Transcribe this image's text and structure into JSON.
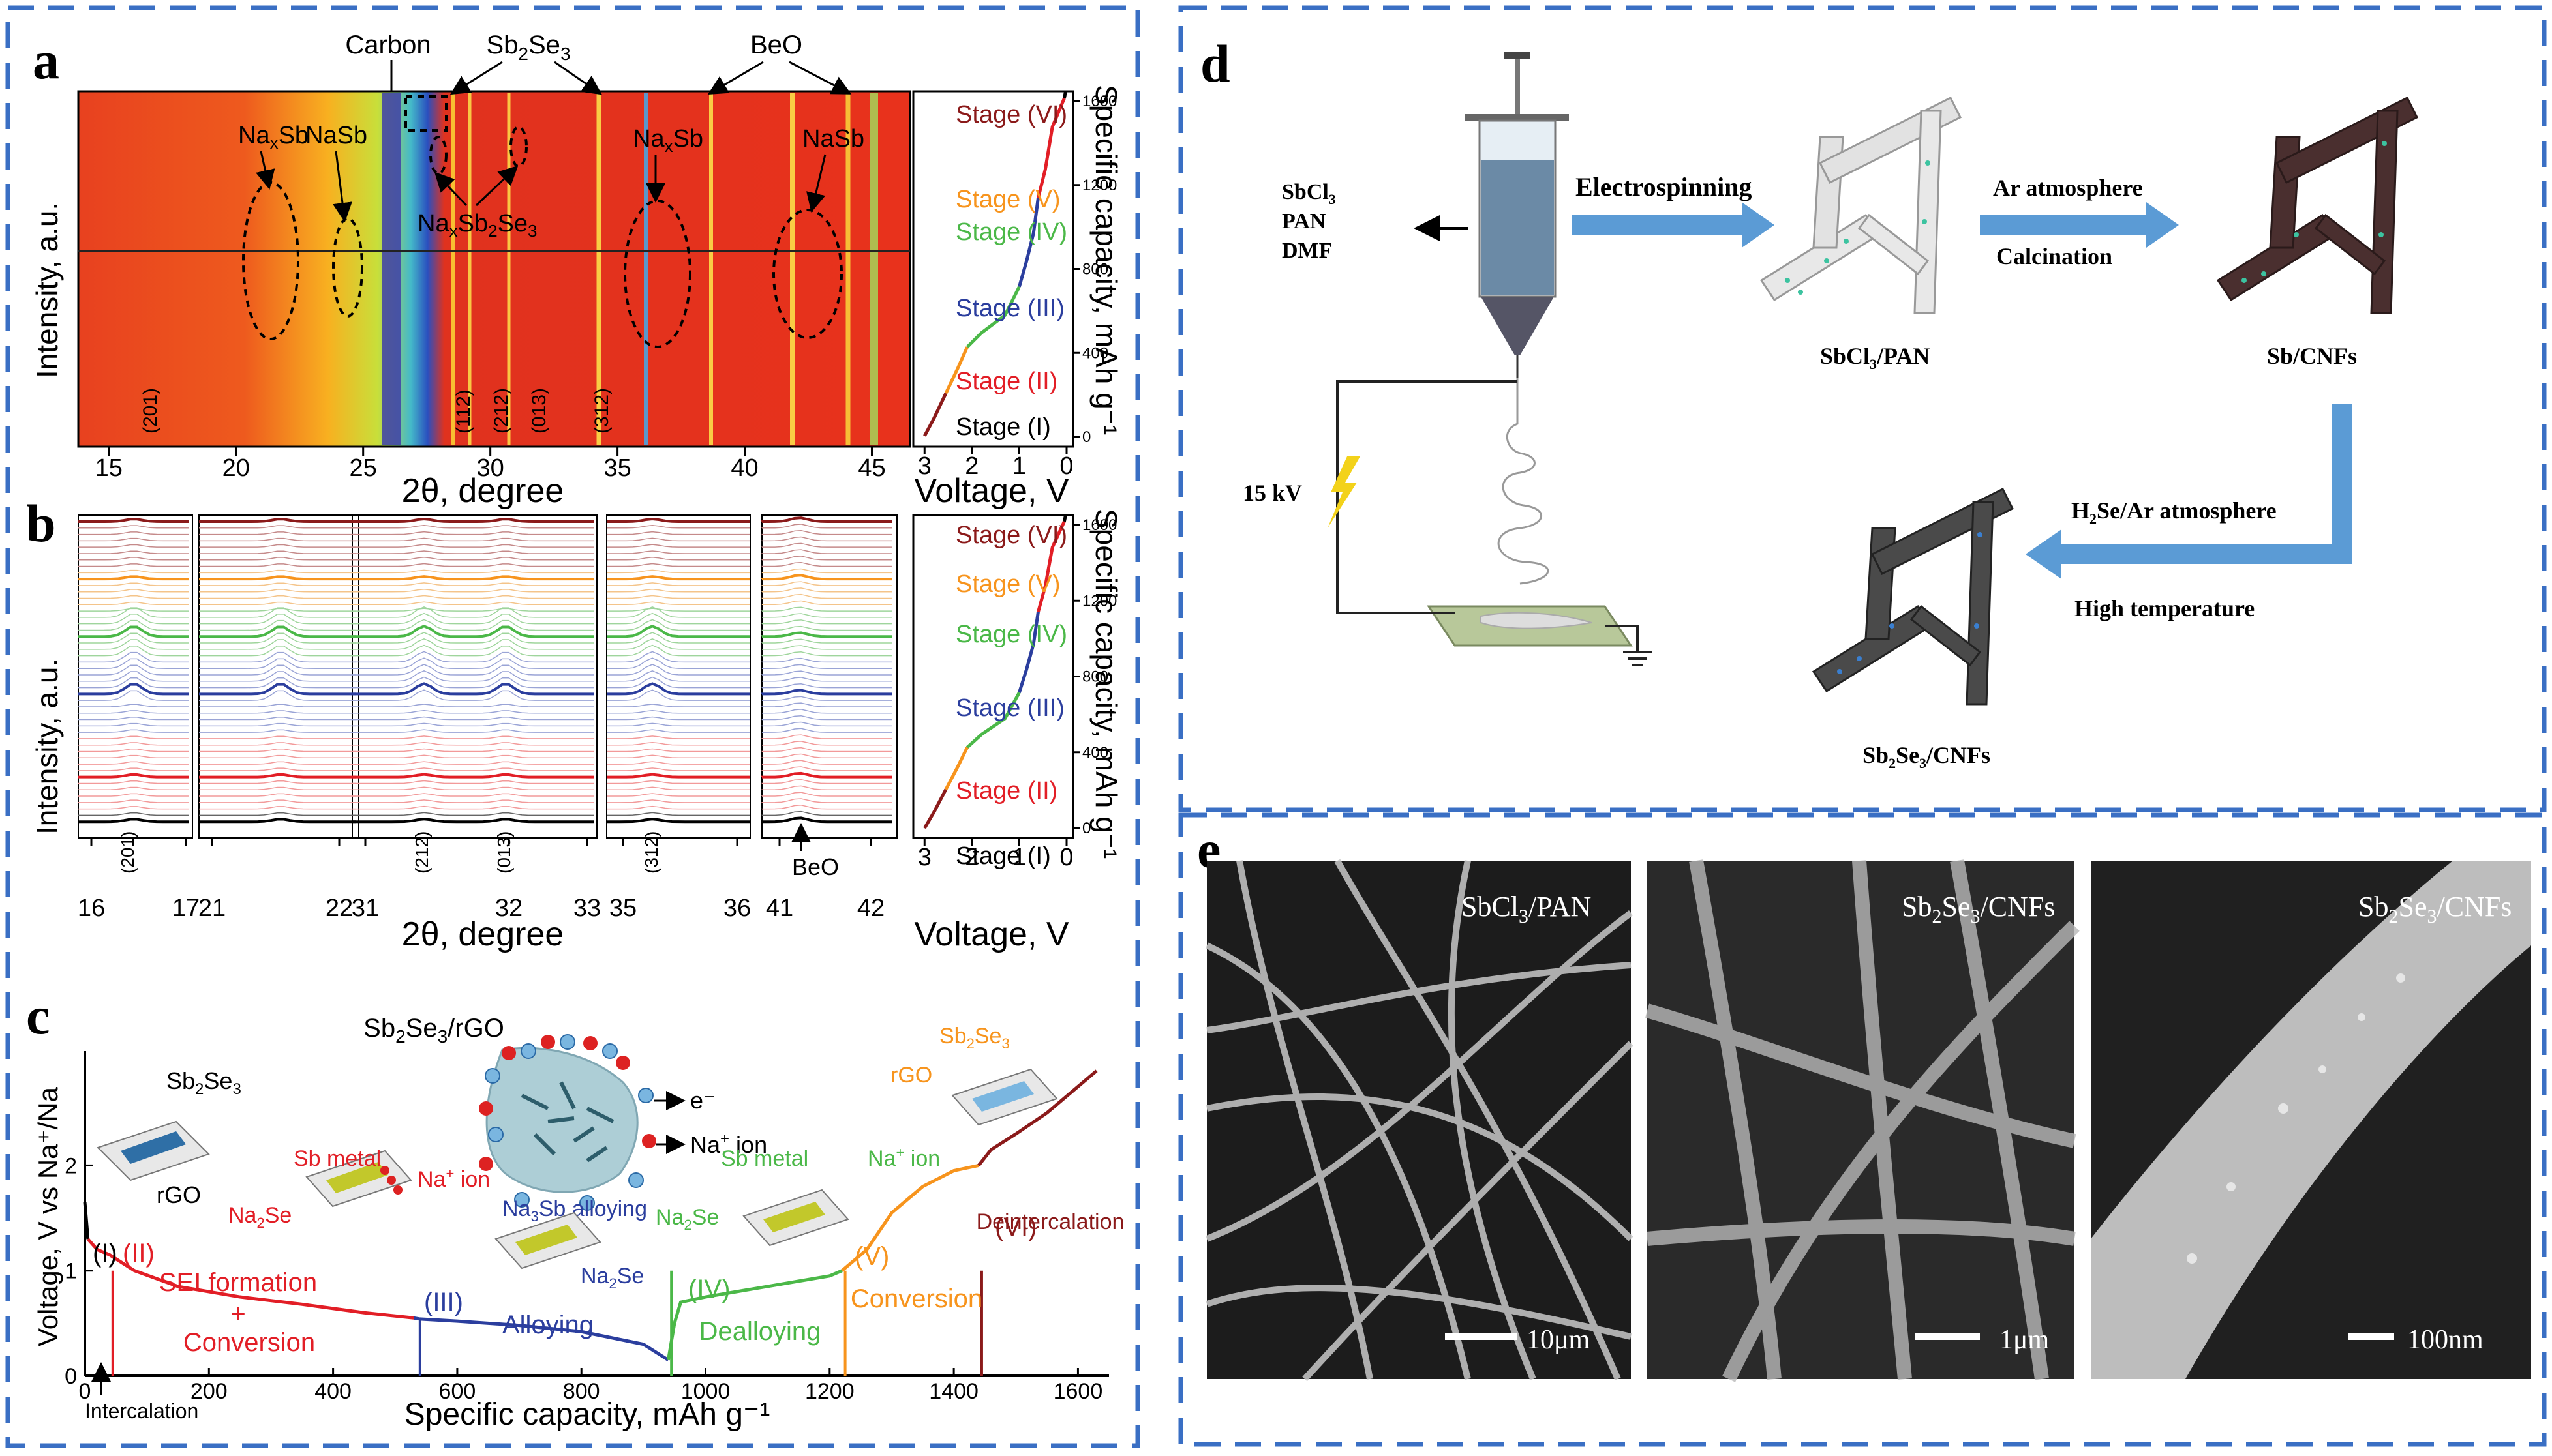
{
  "panel_labels": {
    "a": "a",
    "b": "b",
    "c": "c",
    "d": "d",
    "e": "e"
  },
  "panel_a": {
    "phase_labels": [
      "Carbon",
      "Sb2Se3",
      "BeO"
    ],
    "peak_labels": [
      "NaxSb",
      "NaSb",
      "NaxSb2Se3",
      "NaxSb",
      "NaSb"
    ],
    "hkl_labels": [
      "(201)",
      "(112)",
      "(212)",
      "(013)",
      "(312)"
    ],
    "y_axis_label": "Intensity, a.u.",
    "x_axis_label": "2θ, degree",
    "x_ticks": [
      "15",
      "20",
      "25",
      "30",
      "35",
      "40",
      "45"
    ],
    "stage_labels": [
      "Stage (VI)",
      "Stage (V)",
      "Stage (IV)",
      "Stage (III)",
      "Stage (II)",
      "Stage (I)"
    ],
    "cap_ticks": [
      "1600",
      "1200",
      "800",
      "400",
      "0"
    ],
    "volt_ticks": [
      "3",
      "2",
      "1",
      "0"
    ],
    "volt_label": "Voltage, V",
    "cap_label": "Specific capacity, mAh g⁻¹"
  },
  "panel_b": {
    "y_axis_label": "Intensity, a.u.",
    "x_axis_label": "2θ, degree",
    "segments": [
      {
        "ticks": [
          "16",
          "17"
        ]
      },
      {
        "ticks": [
          "21",
          "22"
        ]
      },
      {
        "ticks": [
          "31",
          "32",
          "33"
        ]
      },
      {
        "ticks": [
          "35",
          "36"
        ]
      },
      {
        "ticks": [
          "41",
          "42"
        ]
      }
    ],
    "hkl_labels": [
      "(201)",
      "(212)",
      "(013)",
      "(312)"
    ],
    "beo_label": "BeO",
    "stage_labels": [
      "Stage (VI)",
      "Stage (V)",
      "Stage (IV)",
      "Stage (III)",
      "Stage (II)",
      "Stage (I)"
    ],
    "cap_ticks": [
      "1600",
      "1200",
      "800",
      "400",
      "0"
    ],
    "volt_ticks": [
      "3",
      "2",
      "1",
      "0"
    ],
    "volt_label": "Voltage, V",
    "cap_label": "Specific capacity, mAh g⁻¹"
  },
  "panel_c": {
    "y_axis_label": "Voltage, V vs Na⁺/Na",
    "x_axis_label": "Specific capacity, mAh g⁻¹",
    "x_ticks": [
      "0",
      "200",
      "400",
      "600",
      "800",
      "1000",
      "1200",
      "1400",
      "1600"
    ],
    "y_ticks": [
      "0",
      "1",
      "2"
    ],
    "regions": [
      "(I)",
      "(II)",
      "(III)",
      "(IV)",
      "(V)",
      "(VI)"
    ],
    "region_texts": {
      "intercalation": "Intercalation",
      "sei": "SEI formation",
      "plus": "+",
      "conversion": "Conversion",
      "alloying": "Alloying",
      "dealloying": "Dealloying",
      "conversion2": "Conversion",
      "deintercalation": "Deintercalation"
    },
    "labels": {
      "composite": "Sb2Se3/rGO",
      "electron": "e⁻",
      "na_ion": "Na⁺ ion",
      "sb2se3": "Sb2Se3",
      "rgo": "rGO",
      "sb_metal": "Sb metal",
      "na_ion2": "Na⁺ ion",
      "na2se": "Na2Se",
      "na3sb": "Na3Sb alloying",
      "na2se2": "Na2Se",
      "sb_metal2": "Sb metal",
      "na_ion3": "Na⁺ ion",
      "na2se3": "Na2Se",
      "sb2se3_2": "Sb2Se3",
      "rgo2": "rGO"
    },
    "curve": {
      "x": [
        0,
        5,
        20,
        40,
        80,
        150,
        250,
        350,
        450,
        530,
        540,
        600,
        700,
        800,
        900,
        940,
        950,
        960,
        1000,
        1100,
        1200,
        1220,
        1260,
        1300,
        1350,
        1400,
        1440,
        1460,
        1500,
        1550,
        1600,
        1630
      ],
      "y": [
        1.65,
        1.3,
        1.2,
        1.15,
        1.0,
        0.85,
        0.75,
        0.68,
        0.6,
        0.55,
        0.54,
        0.52,
        0.48,
        0.42,
        0.3,
        0.15,
        0.5,
        0.7,
        0.75,
        0.85,
        0.95,
        1.0,
        1.2,
        1.55,
        1.8,
        1.95,
        2.0,
        2.15,
        2.3,
        2.5,
        2.75,
        2.9
      ]
    }
  },
  "panel_d": {
    "precursors": [
      "SbCl3",
      "PAN",
      "DMF"
    ],
    "voltage": "15 kV",
    "electrospinning": "Electrospinning",
    "ar_atmosphere": "Ar atmosphere",
    "calcination": "Calcination",
    "sbcl3_pan": "SbCl3/PAN",
    "sb_cnfs": "Sb/CNFs",
    "h2se": "H2Se/Ar atmosphere",
    "high_temp": "High temperature",
    "sb2se3_cnfs": "Sb2Se3/CNFs"
  },
  "panel_e": {
    "images": [
      {
        "label": "SbCl3/PAN",
        "scale": "10μm"
      },
      {
        "label": "Sb2Se3/CNFs",
        "scale": "1μm"
      },
      {
        "label": "Sb2Se3/CNFs",
        "scale": "100nm"
      }
    ]
  },
  "colors": {
    "border": "#3a6fc4",
    "arrow": "#5b9bd5",
    "stage1": "#000000",
    "stage2": "#e21e26",
    "stage3": "#2b3e9e",
    "stage4": "#4bb848",
    "stage5": "#f7941d",
    "stage6": "#8b1a1a"
  }
}
